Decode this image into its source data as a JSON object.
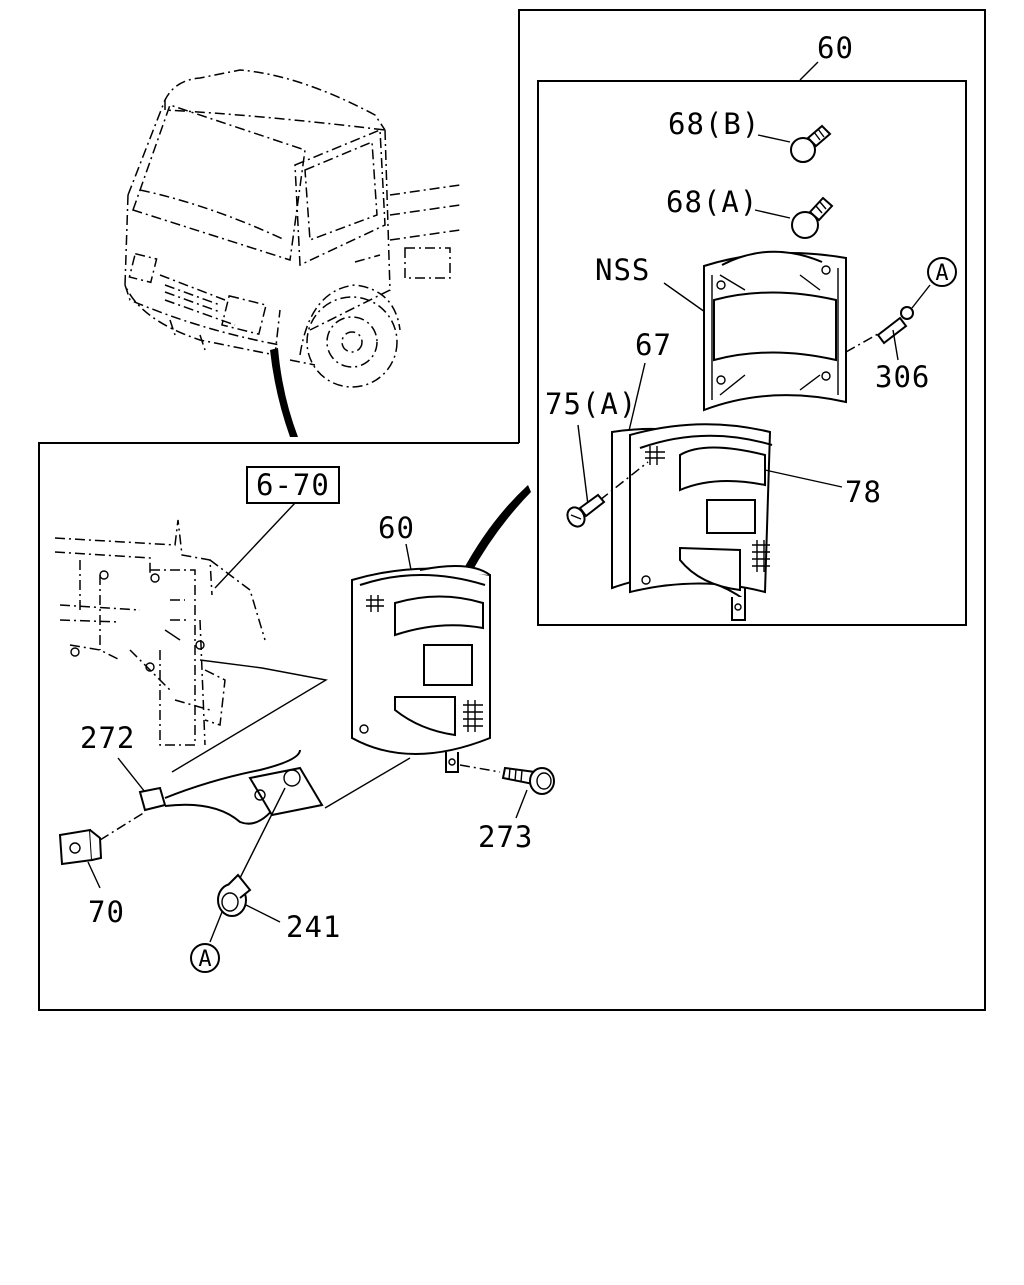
{
  "diagram": {
    "callouts": {
      "assembly_top": "60",
      "bulb_b": "68(B)",
      "bulb_a": "68(A)",
      "nss": "NSS",
      "gasket": "67",
      "screw": "75(A)",
      "bolt_306": "306",
      "lens": "78",
      "ref_box": "6-70",
      "assembly_lower": "60",
      "harness": "272",
      "bolt_273": "273",
      "clip": "70",
      "grommet": "241"
    },
    "circle_markers": {
      "marker_upper": "A",
      "marker_lower": "A"
    },
    "line_color": "#000000",
    "background_color": "#ffffff"
  }
}
